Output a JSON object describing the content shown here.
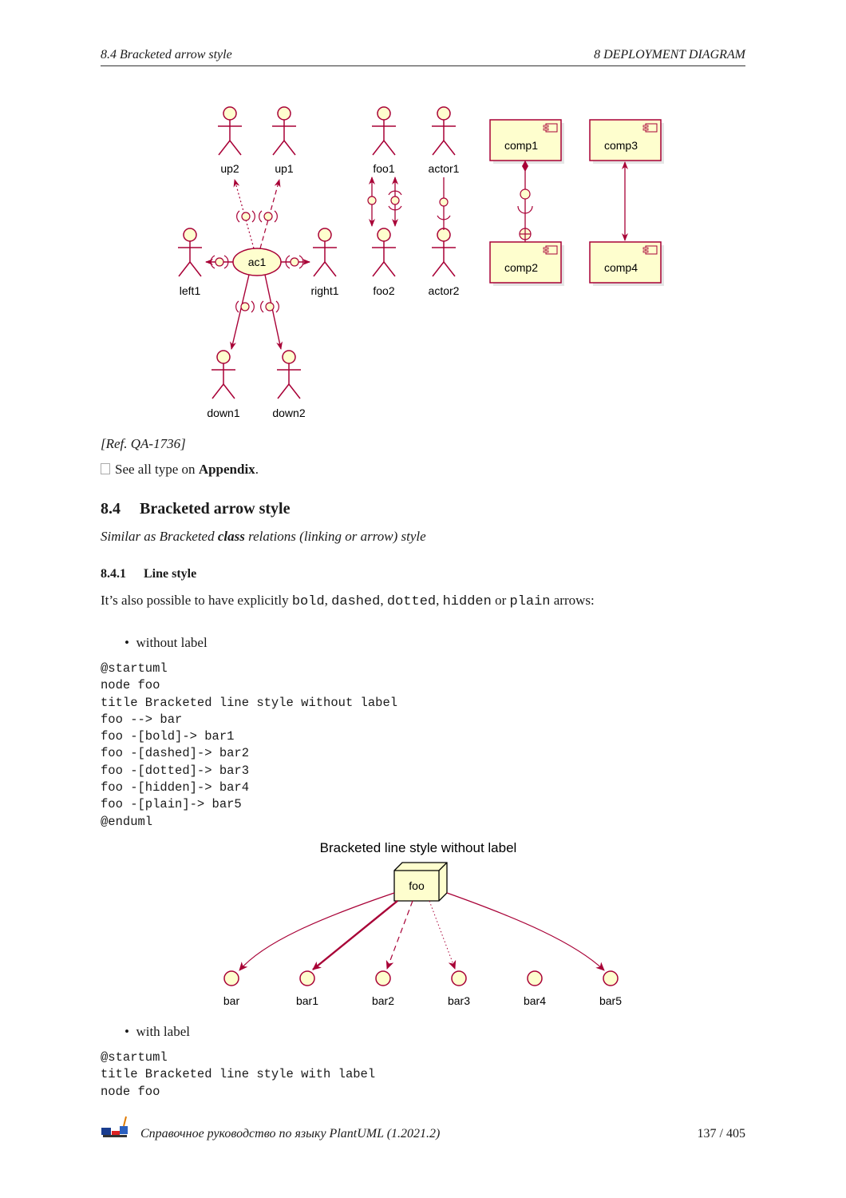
{
  "header": {
    "left": "8.4   Bracketed arrow style",
    "right": "8   DEPLOYMENT DIAGRAM"
  },
  "diagram1": {
    "actors": [
      "up2",
      "up1",
      "foo1",
      "actor1",
      "left1",
      "ac1",
      "right1",
      "foo2",
      "actor2",
      "down1",
      "down2"
    ],
    "components": [
      "comp1",
      "comp3",
      "comp2",
      "comp4"
    ]
  },
  "ref": "[Ref. QA-1736]",
  "see_all": {
    "prefix": "See all type on ",
    "link": "Appendix",
    "suffix": "."
  },
  "section": {
    "number": "8.4",
    "title": "Bracketed arrow style"
  },
  "intro": {
    "prefix": "Similar as Bracketed ",
    "bold": "class",
    "suffix": " relations (linking or arrow) style"
  },
  "subsection": {
    "number": "8.4.1",
    "title": "Line style"
  },
  "para": {
    "t1": "It’s also possible to have explicitly ",
    "c1": "bold",
    "t2": ", ",
    "c2": "dashed",
    "t3": ", ",
    "c3": "dotted",
    "t4": ", ",
    "c4": "hidden",
    "t5": " or ",
    "c5": "plain",
    "t6": " arrows:"
  },
  "bullet1": "without label",
  "code1": "@startuml\nnode foo\ntitle Bracketed line style without label\nfoo --> bar\nfoo -[bold]-> bar1\nfoo -[dashed]-> bar2\nfoo -[dotted]-> bar3\nfoo -[hidden]-> bar4\nfoo -[plain]-> bar5\n@enduml",
  "diagram2": {
    "title": "Bracketed line style without label",
    "node": "foo",
    "targets": [
      "bar",
      "bar1",
      "bar2",
      "bar3",
      "bar4",
      "bar5"
    ]
  },
  "bullet2": "with label",
  "code2": "@startuml\ntitle Bracketed line style with label\nnode foo",
  "footer": {
    "title": "Справочное руководство по языку PlantUML (1.2021.2)",
    "page": "137 / 405"
  },
  "colors": {
    "uml_fill": "#FEFECE",
    "uml_stroke": "#A80036"
  }
}
